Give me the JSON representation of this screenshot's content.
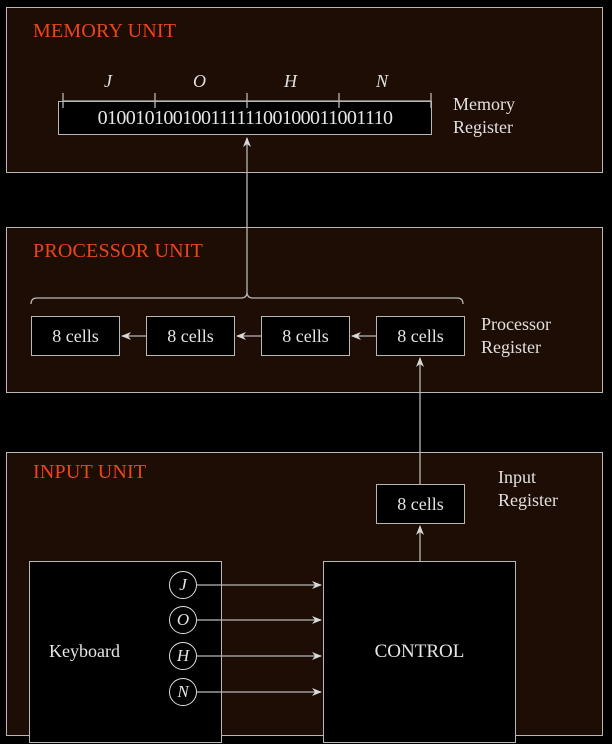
{
  "memory_unit": {
    "title": "MEMORY UNIT",
    "letters": [
      "J",
      "O",
      "H",
      "N"
    ],
    "binary": "01001010010011111100100011001110",
    "register_label_line1": "Memory",
    "register_label_line2": "Register"
  },
  "processor_unit": {
    "title": "PROCESSOR UNIT",
    "cells": [
      "8 cells",
      "8 cells",
      "8 cells",
      "8 cells"
    ],
    "register_label_line1": "Processor",
    "register_label_line2": "Register"
  },
  "input_unit": {
    "title": "INPUT UNIT",
    "input_cell": "8 cells",
    "register_label_line1": "Input",
    "register_label_line2": "Register",
    "keyboard_label": "Keyboard",
    "keys": [
      "J",
      "O",
      "H",
      "N"
    ],
    "control_label": "CONTROL"
  },
  "colors": {
    "background": "#000000",
    "panel": "#1e0d04",
    "title": "#e8461c",
    "line": "#b8b8b8"
  }
}
